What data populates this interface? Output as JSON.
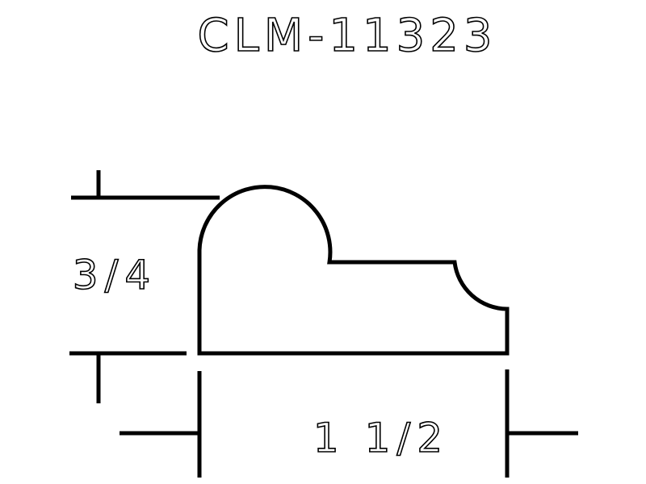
{
  "title": "CLM-11323",
  "dimensions": {
    "height": "3/4",
    "width": "1 1/2"
  },
  "colors": {
    "line": "#000000",
    "background": "#ffffff"
  }
}
